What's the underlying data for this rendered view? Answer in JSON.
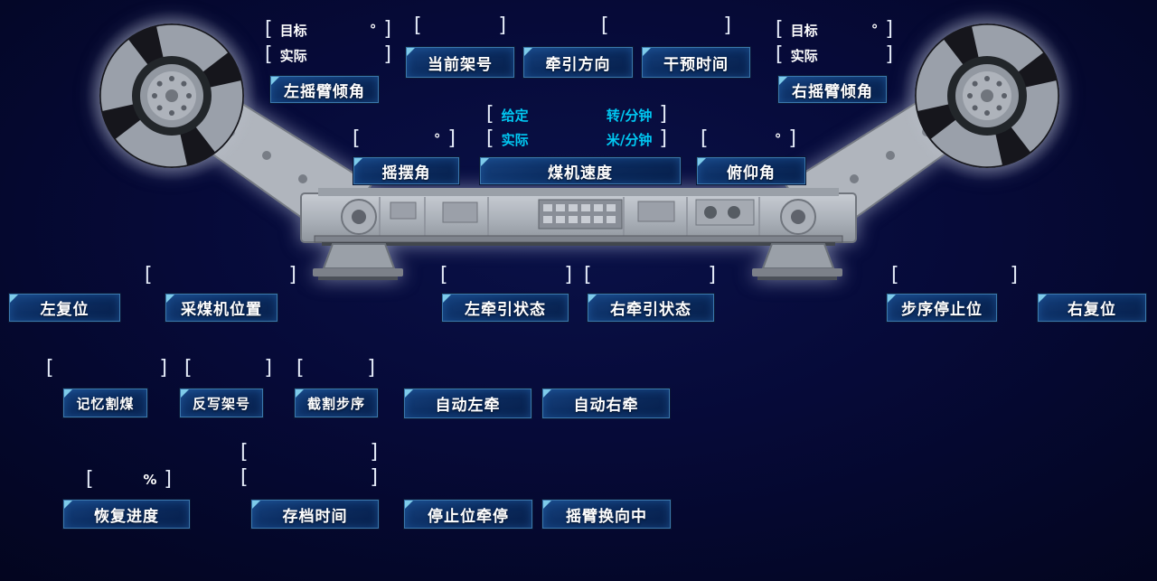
{
  "glyphs": {
    "bracket_open": "[",
    "bracket_close": "]"
  },
  "colors": {
    "background": "#060a38",
    "button_fill": "#0b2c60",
    "button_border": "#3b77ad",
    "corner_accent": "#7ecbea",
    "text": "#ffffff",
    "value_cyan": "#00c8f2"
  },
  "left_rocker_panel": {
    "target": "目标",
    "actual": "实际",
    "degree": "°",
    "button": "左摇臂倾角"
  },
  "right_rocker_panel": {
    "target": "目标",
    "actual": "实际",
    "degree": "°",
    "button": "右摇臂倾角"
  },
  "top_row": {
    "current_frame": "当前架号",
    "traction_direction": "牵引方向",
    "intervention_time": "干预时间"
  },
  "speed_panel": {
    "given": "给定",
    "given_unit": "转/分钟",
    "actual": "实际",
    "actual_unit": "米/分钟",
    "button": "煤机速度"
  },
  "angles": {
    "swing": "摇摆角",
    "pitch": "俯仰角",
    "degree": "°"
  },
  "position_row": {
    "left_reset": "左复位",
    "machine_position": "采煤机位置",
    "left_traction": "左牵引状态",
    "right_traction": "右牵引状态",
    "step_stop": "步序停止位",
    "right_reset": "右复位"
  },
  "auto_row": {
    "memory_cutting": "记忆割煤",
    "reverse_frame": "反写架号",
    "cutting_step": "截割步序",
    "auto_left": "自动左牵",
    "auto_right": "自动右牵"
  },
  "bottom_row": {
    "recovery_progress": "恢复进度",
    "percent": "%",
    "archive_time": "存档时间",
    "stop_traction": "停止位牵停",
    "rocker_reversing": "摇臂换向中"
  }
}
